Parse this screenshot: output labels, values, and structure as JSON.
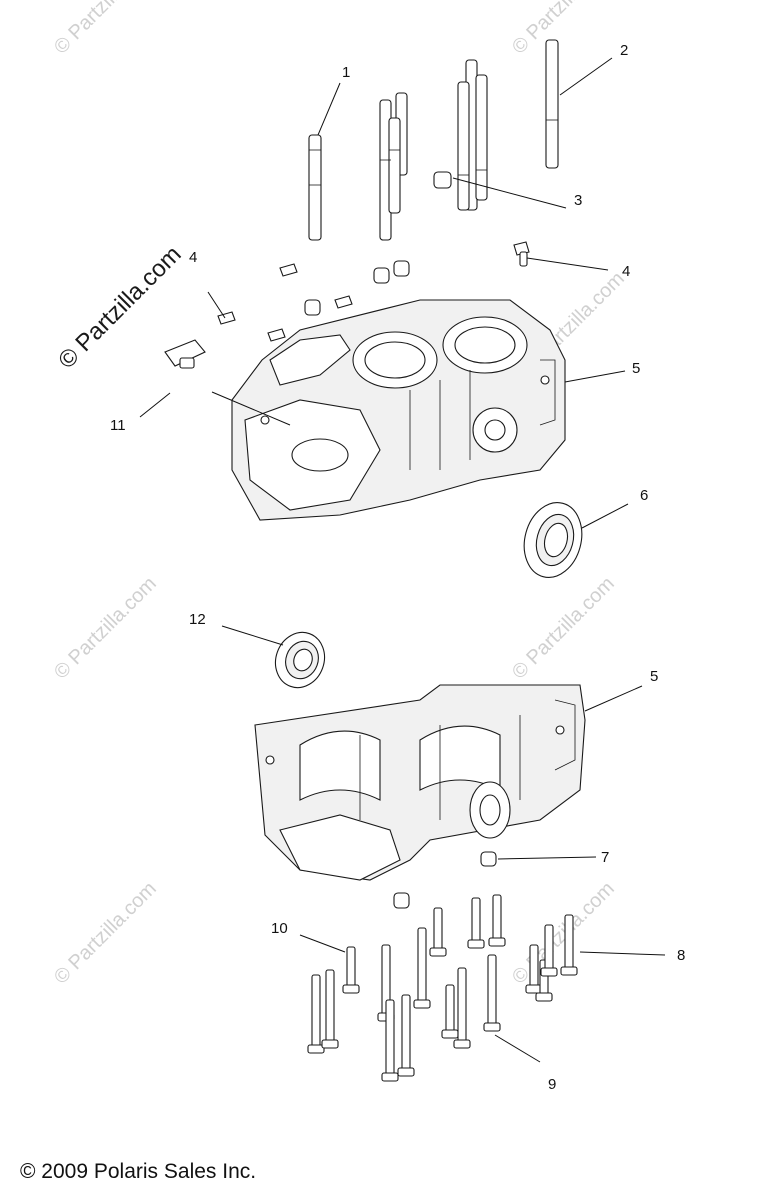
{
  "watermark": {
    "text": "© Partzilla.com"
  },
  "callouts": [
    {
      "id": "1",
      "label": "1"
    },
    {
      "id": "2",
      "label": "2"
    },
    {
      "id": "3",
      "label": "3"
    },
    {
      "id": "4a",
      "label": "4"
    },
    {
      "id": "4b",
      "label": "4"
    },
    {
      "id": "5a",
      "label": "5"
    },
    {
      "id": "5b",
      "label": "5"
    },
    {
      "id": "6",
      "label": "6"
    },
    {
      "id": "7",
      "label": "7"
    },
    {
      "id": "8",
      "label": "8"
    },
    {
      "id": "9",
      "label": "9"
    },
    {
      "id": "10",
      "label": "10"
    },
    {
      "id": "11",
      "label": "11"
    },
    {
      "id": "12",
      "label": "12"
    }
  ],
  "footer": {
    "copyright": "© 2009 Polaris Sales Inc."
  }
}
